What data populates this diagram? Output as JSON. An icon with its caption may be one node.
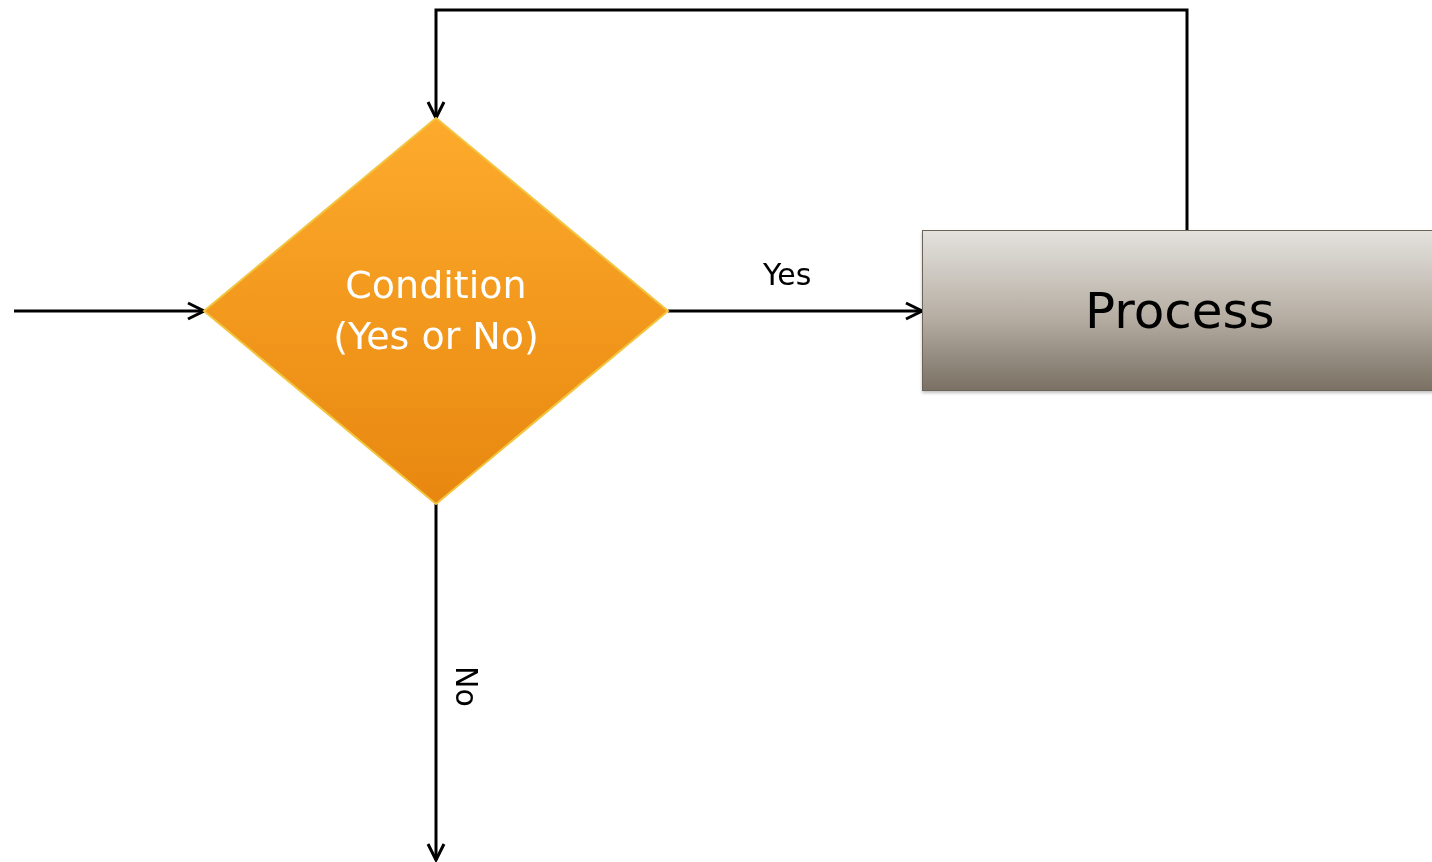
{
  "diagram": {
    "nodes": [
      {
        "text": [
          "Condition (Yes or No)"
        ]
      },
      {
        "text": [
          "Process"
        ]
      }
    ],
    "edges": [
      {
        "from": null,
        "to": 0,
        "arrow": "to"
      },
      {
        "from": 0,
        "to": 1,
        "arrow": "to",
        "label": "Yes"
      },
      {
        "from": 1,
        "to": 0,
        "arrow": "to"
      },
      {
        "from": 0,
        "to": null,
        "arrow": "to",
        "label": "No"
      }
    ]
  }
}
